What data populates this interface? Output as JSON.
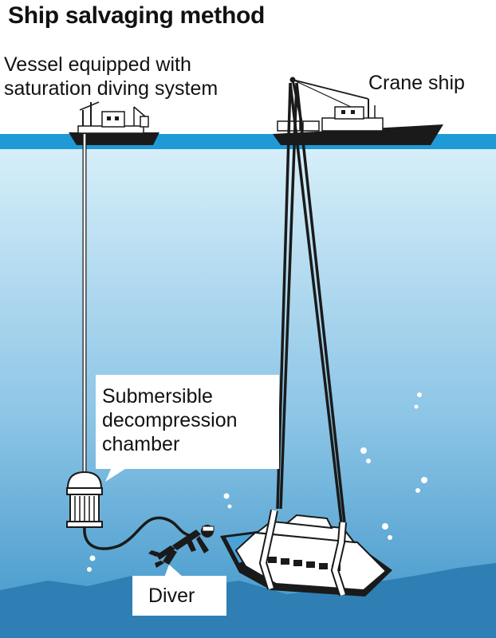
{
  "title": "Ship salvaging method",
  "labels": {
    "vessel": [
      "Vessel equipped with",
      "saturation diving system"
    ],
    "crane_ship": "Crane ship",
    "chamber": [
      "Submersible",
      "decompression",
      "chamber"
    ],
    "diver": "Diver"
  },
  "colors": {
    "sea_surface": "#1e9bd7",
    "water_top": "#d4ecf8",
    "water_bottom": "#4da3d4",
    "seabed": "#2e7bb0",
    "hull": "#1a1a1a"
  }
}
